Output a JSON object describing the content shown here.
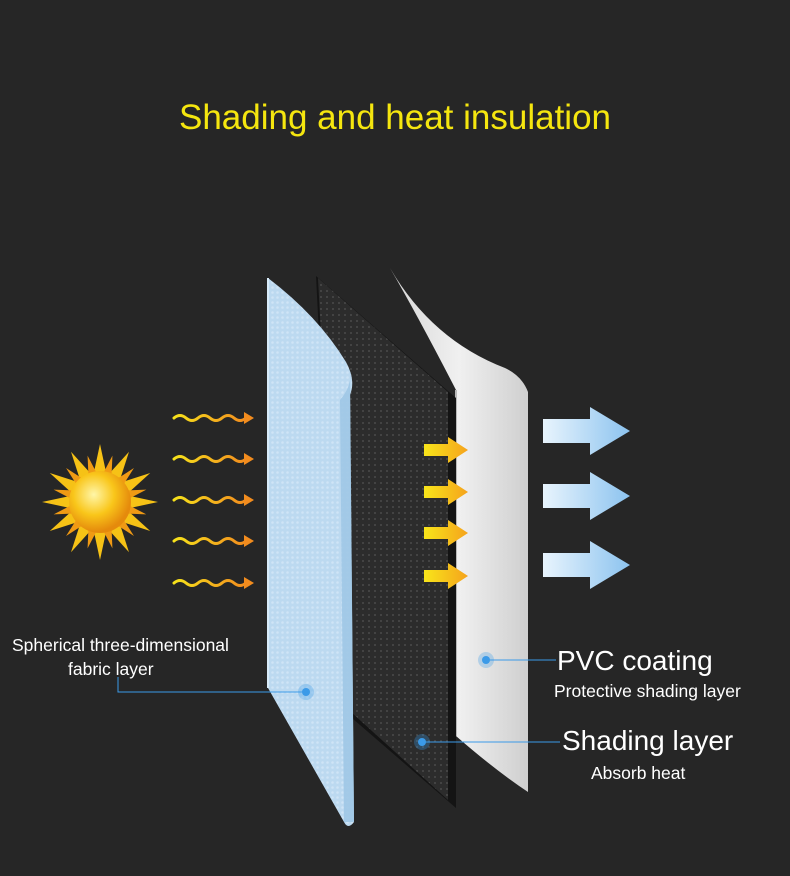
{
  "title": "Shading and heat insulation",
  "colors": {
    "background": "#262626",
    "title": "#f5e60f",
    "fabric_layer": "#b8d6ee",
    "shading_layer": "#2a2a2a",
    "pvc_layer": "#e6e6e6",
    "leader_line": "#3b9ae8",
    "heat_wave": "#f5d320",
    "heat_arrow": "#f29a1e",
    "cool_arrow": "#a9d2f3"
  },
  "icons": {
    "sun": "sun-icon",
    "incoming_heat": "wavy-heat-arrow-icon",
    "absorbed_heat": "heat-arrow-icon",
    "outgoing_cool": "cool-arrow-icon"
  },
  "layers": {
    "fabric": {
      "line1": "Spherical three-dimensional",
      "line2": "fabric layer"
    },
    "pvc": {
      "name": "PVC coating",
      "description": "Protective shading layer"
    },
    "shading": {
      "name": "Shading layer",
      "description": "Absorb heat"
    }
  }
}
